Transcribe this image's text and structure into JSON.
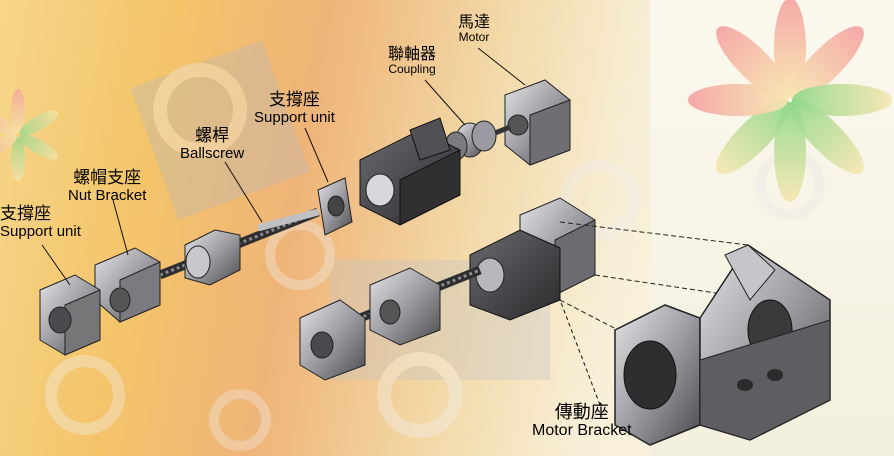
{
  "labels": {
    "motor": {
      "zh": "馬達",
      "en": "Motor"
    },
    "coupling": {
      "zh": "聯軸器",
      "en": "Coupling"
    },
    "support_unit_top": {
      "zh": "支撐座",
      "en": "Support unit"
    },
    "ballscrew": {
      "zh": "螺桿",
      "en": "Ballscrew"
    },
    "nut_bracket": {
      "zh": "螺帽支座",
      "en": "Nut Bracket"
    },
    "support_unit_left": {
      "zh": "支撐座",
      "en": "Support unit"
    },
    "motor_bracket": {
      "zh": "傳動座",
      "en": "Motor Bracket"
    }
  },
  "colors": {
    "part_dark": "#3c3c3e",
    "part_mid": "#8a8a8e",
    "part_light": "#d0d0d4",
    "leader": "#111111",
    "background_warm": "#f2c272",
    "background_light": "#faf5e4"
  }
}
